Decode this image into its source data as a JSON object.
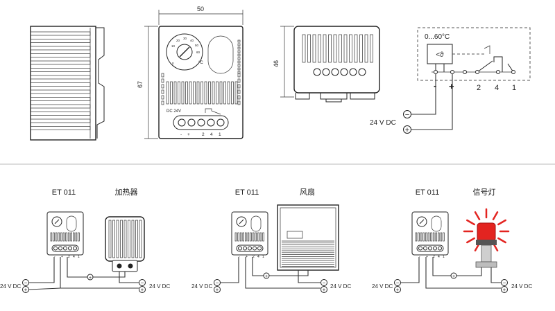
{
  "dimensions": {
    "width": "50",
    "height": "67",
    "depth": "46"
  },
  "front_view": {
    "scale_low": "0",
    "scale_ticks": [
      "10",
      "20",
      "30",
      "40",
      "50",
      "60"
    ],
    "unit": "°C",
    "supply_label": "DC 24V",
    "terminals": [
      "-",
      "+",
      "2",
      "4",
      "1"
    ]
  },
  "schematic": {
    "range": "0...60°C",
    "thermostat_symbol": "<ϑ",
    "terminal_minus": "-",
    "terminal_plus": "+",
    "terminals": [
      "2",
      "4",
      "1"
    ],
    "supply_label": "24 V DC",
    "minus_symbol": "−",
    "plus_symbol": "+"
  },
  "examples": [
    {
      "device": "ET 011",
      "load": "加热器",
      "supply_left": "24 V DC",
      "supply_right": "24 V DC"
    },
    {
      "device": "ET 011",
      "load": "风扇",
      "supply_left": "24 V DC",
      "supply_right": "24 V DC"
    },
    {
      "device": "ET 011",
      "load": "信号灯",
      "supply_left": "24 V DC",
      "supply_right": "24 V DC"
    }
  ],
  "colors": {
    "line": "#222222",
    "module_gray": "#9a9a9a",
    "signal_red": "#e32420"
  }
}
